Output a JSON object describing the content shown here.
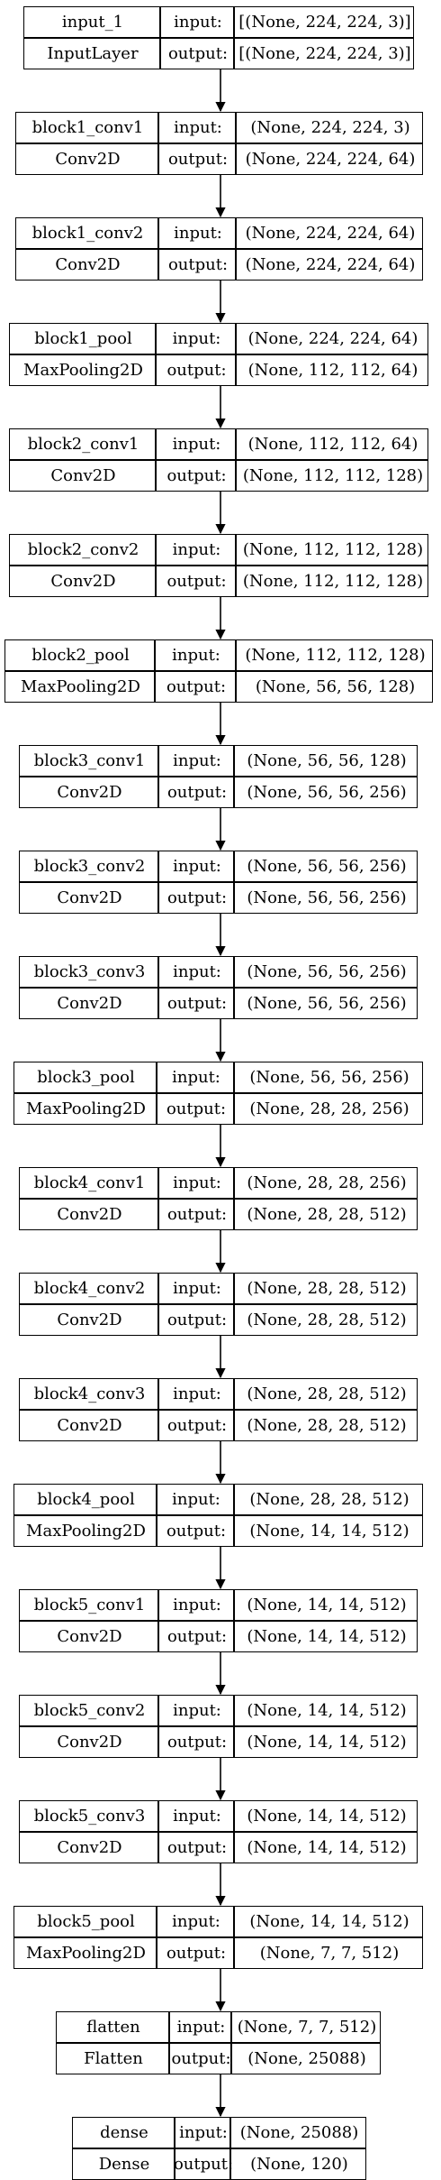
{
  "labels": {
    "input": "input:",
    "output": "output:"
  },
  "nodes": [
    {
      "name": "input_1",
      "type": "InputLayer",
      "input": "[(None, 224, 224, 3)]",
      "output": "[(None, 224, 224, 3)]"
    },
    {
      "name": "block1_conv1",
      "type": "Conv2D",
      "input": "(None, 224, 224, 3)",
      "output": "(None, 224, 224, 64)"
    },
    {
      "name": "block1_conv2",
      "type": "Conv2D",
      "input": "(None, 224, 224, 64)",
      "output": "(None, 224, 224, 64)"
    },
    {
      "name": "block1_pool",
      "type": "MaxPooling2D",
      "input": "(None, 224, 224, 64)",
      "output": "(None, 112, 112, 64)"
    },
    {
      "name": "block2_conv1",
      "type": "Conv2D",
      "input": "(None, 112, 112, 64)",
      "output": "(None, 112, 112, 128)"
    },
    {
      "name": "block2_conv2",
      "type": "Conv2D",
      "input": "(None, 112, 112, 128)",
      "output": "(None, 112, 112, 128)"
    },
    {
      "name": "block2_pool",
      "type": "MaxPooling2D",
      "input": "(None, 112, 112, 128)",
      "output": "(None, 56, 56, 128)"
    },
    {
      "name": "block3_conv1",
      "type": "Conv2D",
      "input": "(None, 56, 56, 128)",
      "output": "(None, 56, 56, 256)"
    },
    {
      "name": "block3_conv2",
      "type": "Conv2D",
      "input": "(None, 56, 56, 256)",
      "output": "(None, 56, 56, 256)"
    },
    {
      "name": "block3_conv3",
      "type": "Conv2D",
      "input": "(None, 56, 56, 256)",
      "output": "(None, 56, 56, 256)"
    },
    {
      "name": "block3_pool",
      "type": "MaxPooling2D",
      "input": "(None, 56, 56, 256)",
      "output": "(None, 28, 28, 256)"
    },
    {
      "name": "block4_conv1",
      "type": "Conv2D",
      "input": "(None, 28, 28, 256)",
      "output": "(None, 28, 28, 512)"
    },
    {
      "name": "block4_conv2",
      "type": "Conv2D",
      "input": "(None, 28, 28, 512)",
      "output": "(None, 28, 28, 512)"
    },
    {
      "name": "block4_conv3",
      "type": "Conv2D",
      "input": "(None, 28, 28, 512)",
      "output": "(None, 28, 28, 512)"
    },
    {
      "name": "block4_pool",
      "type": "MaxPooling2D",
      "input": "(None, 28, 28, 512)",
      "output": "(None, 14, 14, 512)"
    },
    {
      "name": "block5_conv1",
      "type": "Conv2D",
      "input": "(None, 14, 14, 512)",
      "output": "(None, 14, 14, 512)"
    },
    {
      "name": "block5_conv2",
      "type": "Conv2D",
      "input": "(None, 14, 14, 512)",
      "output": "(None, 14, 14, 512)"
    },
    {
      "name": "block5_conv3",
      "type": "Conv2D",
      "input": "(None, 14, 14, 512)",
      "output": "(None, 14, 14, 512)"
    },
    {
      "name": "block5_pool",
      "type": "MaxPooling2D",
      "input": "(None, 14, 14, 512)",
      "output": "(None, 7, 7, 512)"
    },
    {
      "name": "flatten",
      "type": "Flatten",
      "input": "(None, 7, 7, 512)",
      "output": "(None, 25088)"
    },
    {
      "name": "dense",
      "type": "Dense",
      "input": "(None, 25088)",
      "output": "(None, 120)"
    }
  ]
}
